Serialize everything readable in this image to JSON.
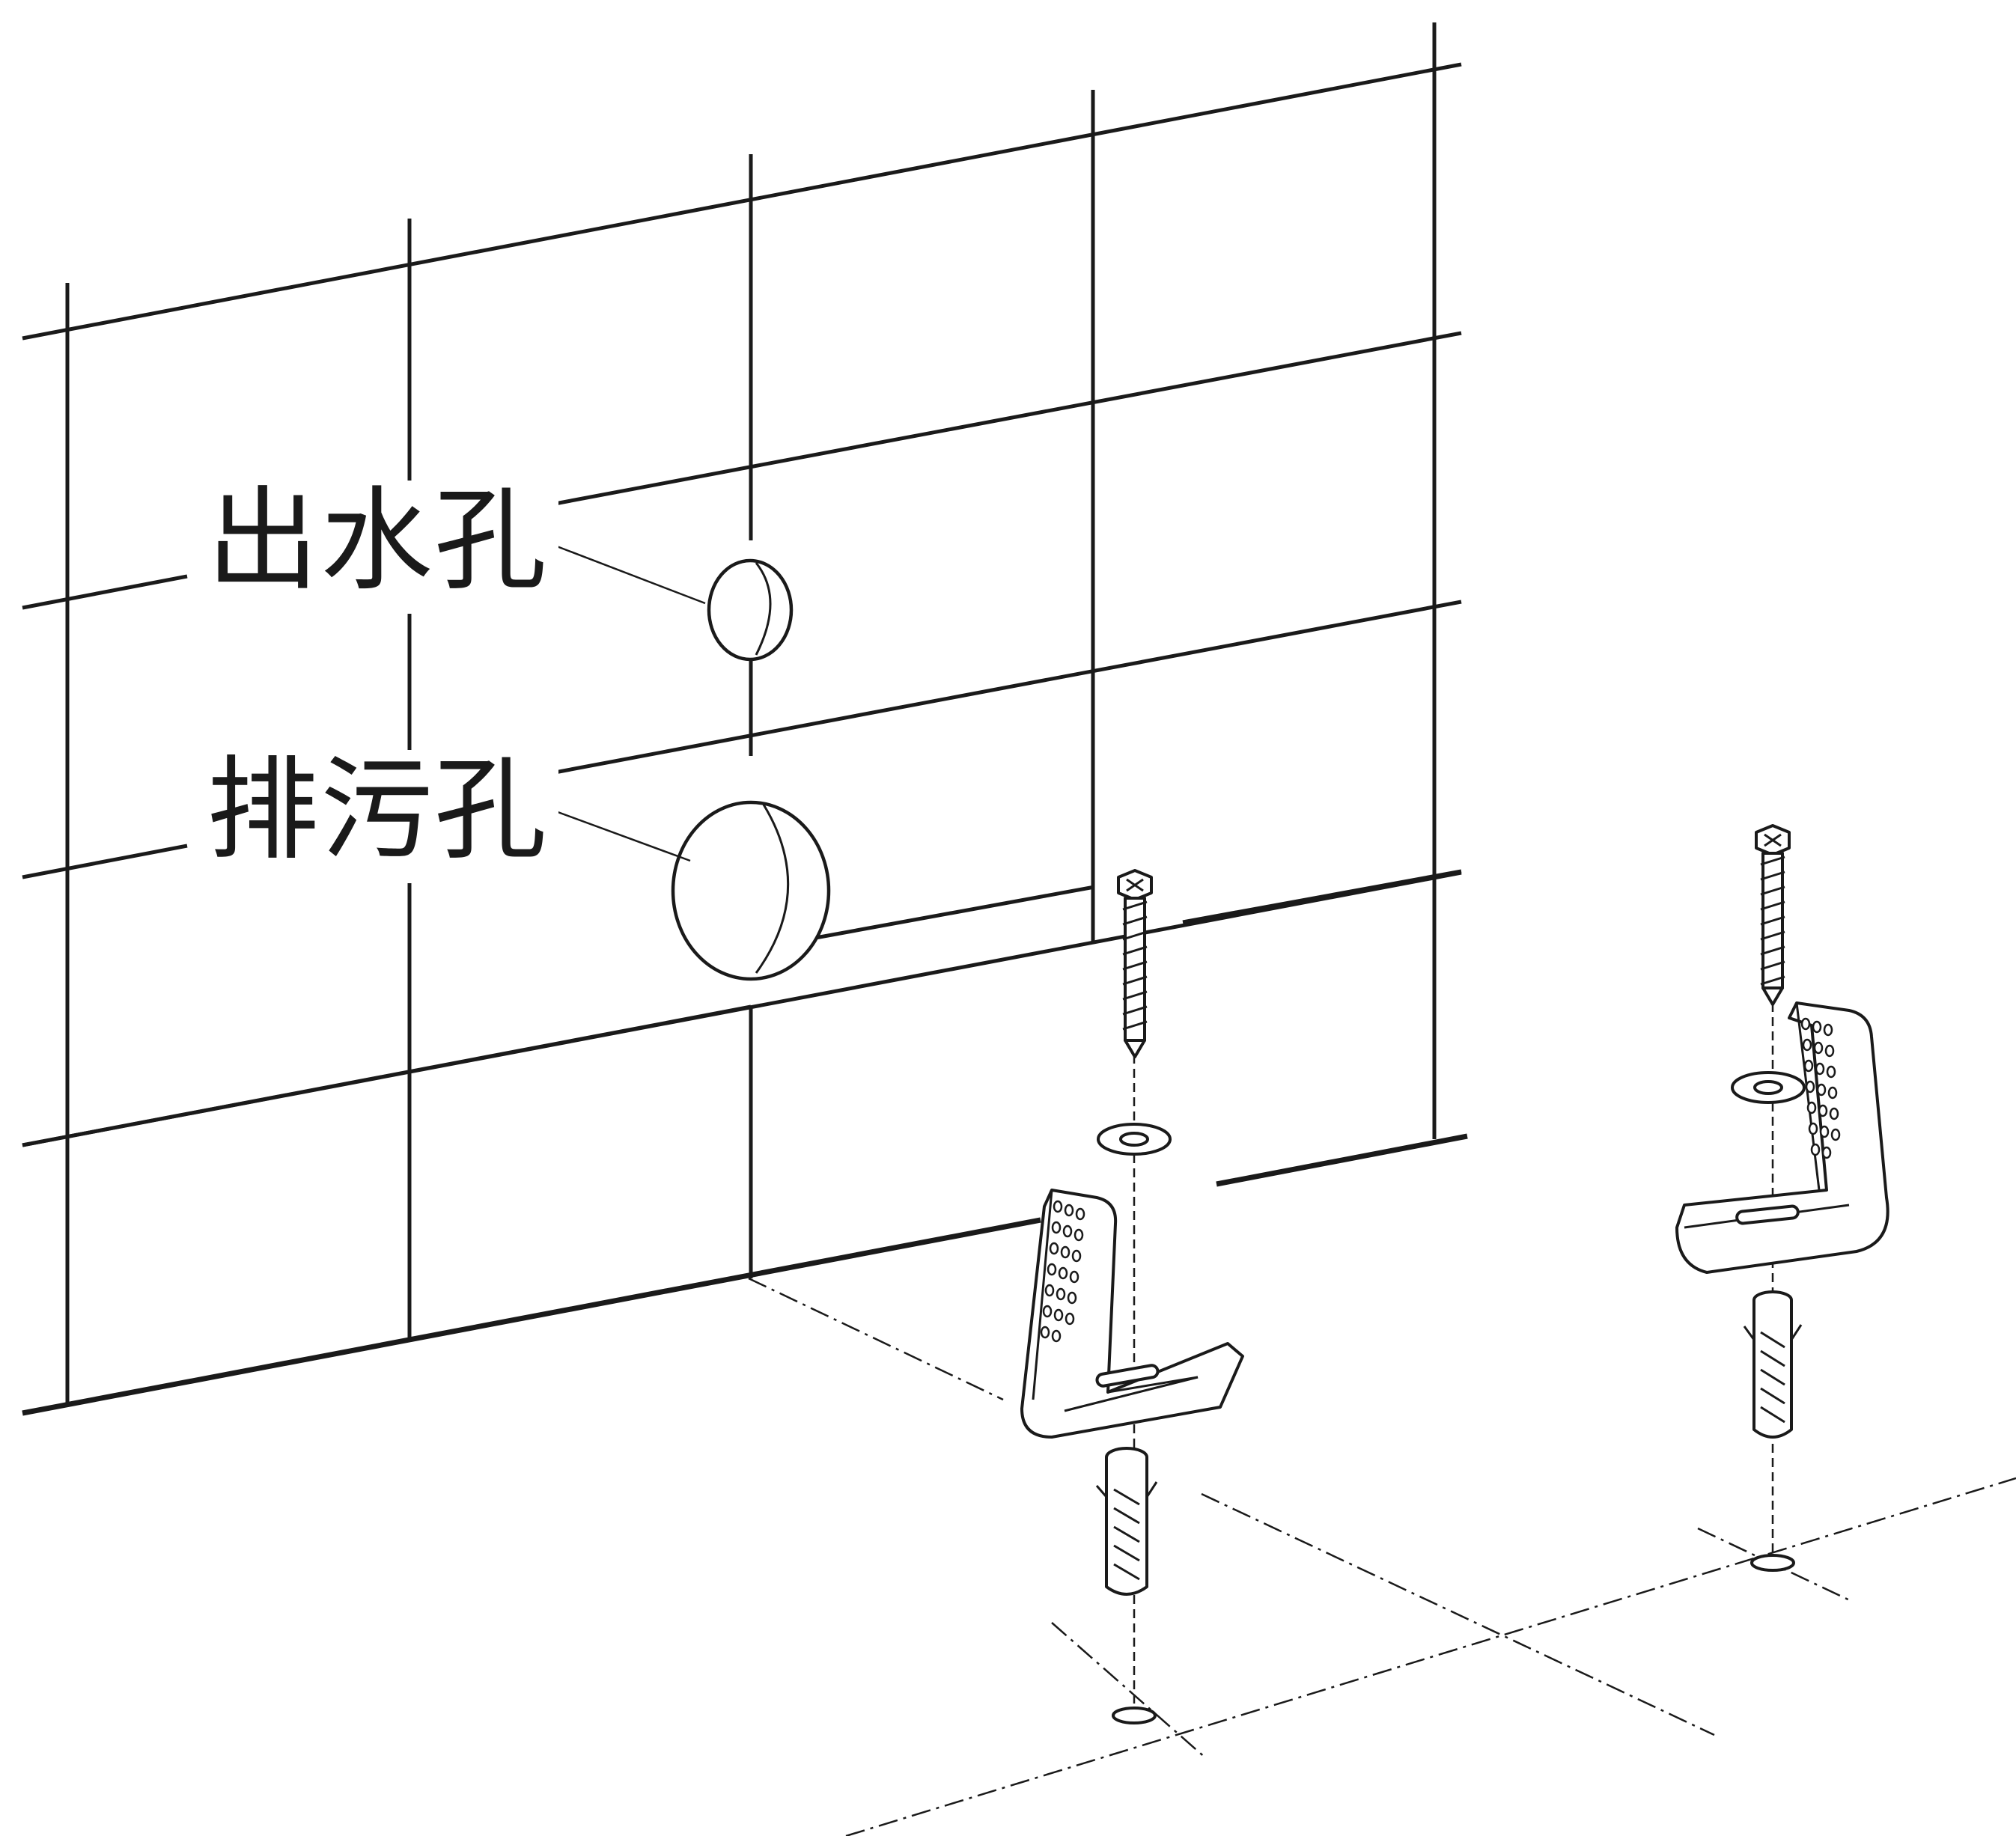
{
  "labels": {
    "water_outlet": "出水孔",
    "drain_outlet": "排污孔"
  },
  "parts": {
    "fixing_sets": 2,
    "per_set": [
      "screw",
      "washer",
      "L-bracket",
      "wall-plug"
    ]
  }
}
